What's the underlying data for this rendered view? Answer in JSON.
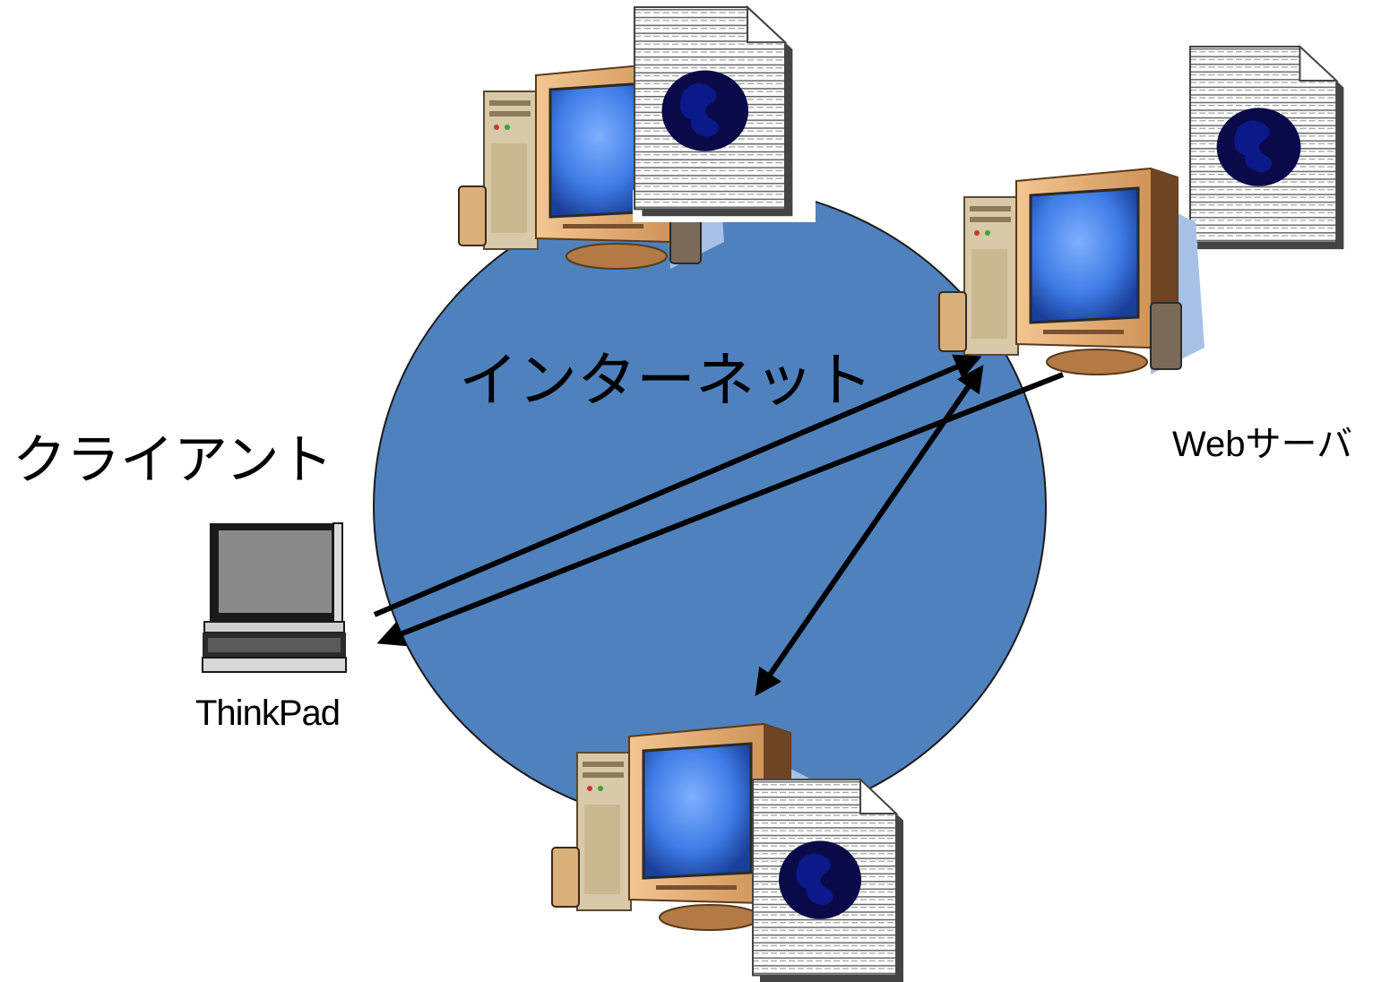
{
  "labels": {
    "internet": "インターネット",
    "client": "クライアント",
    "web_server": "Webサーバ",
    "laptop": "ThinkPad"
  },
  "colors": {
    "cloud": "#4f81bd",
    "shadow": "#a8c1e6",
    "screen": "#3f7ce6",
    "screen_glow": "#6aa0ff",
    "monitor": "#d9a46b",
    "monitor_dark": "#8c5a2e",
    "globe": "#0a0a5a",
    "arrow": "#000000"
  },
  "icons": [
    "desktop-computer-icon",
    "web-page-globe-icon",
    "laptop-icon",
    "double-arrow"
  ]
}
